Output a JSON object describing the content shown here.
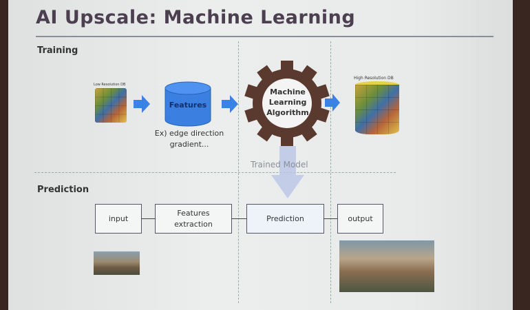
{
  "title": "AI Upscale: Machine Learning",
  "training": {
    "label": "Training",
    "low_res_db": "Low Resolution DB",
    "features": "Features",
    "features_note_line1": "Ex) edge direction",
    "features_note_line2": "gradient...",
    "algorithm_line1": "Machine",
    "algorithm_line2": "Learning",
    "algorithm_line3": "Algorithm",
    "high_res_db": "High Resolution DB",
    "trained_model": "Trained Model"
  },
  "prediction": {
    "label": "Prediction",
    "steps": [
      "input",
      "Features\nextraction",
      "Prediction",
      "output"
    ]
  },
  "colors": {
    "accent_blue": "#3b82e6",
    "gear_brown": "#5a3a2e",
    "title": "#4b3f50"
  }
}
